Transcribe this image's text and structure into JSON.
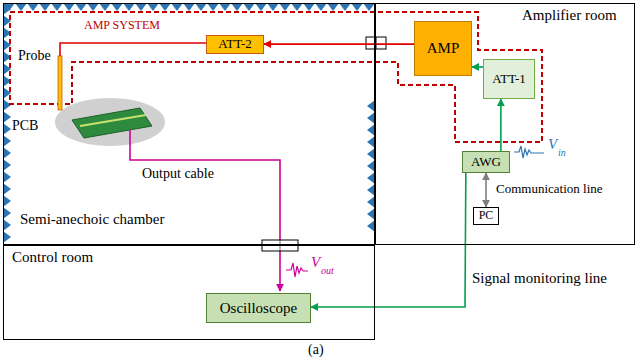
{
  "diagram": {
    "caption": "(a)",
    "nodes": [
      {
        "text": [
          "Semi-anechoic chamber"
        ]
      },
      {
        "text": [
          "ATT-2"
        ],
        "in": 0
      },
      {
        "text": [
          "Amplifier room"
        ]
      },
      {
        "text": [
          "AMP"
        ],
        "in": 2
      },
      {
        "text": [
          "ATT-1"
        ],
        "in": 2
      },
      {
        "text": [
          "AWG"
        ],
        "in": 2
      },
      {
        "text": [
          "PC"
        ],
        "in": 2
      },
      {
        "text": [
          "Control room"
        ]
      },
      {
        "text": [
          "Oscilloscope"
        ],
        "in": 7
      }
    ],
    "edges": [
      {
        "from": 4,
        "to": 3,
        "arrow": "to"
      },
      {
        "from": 3,
        "to": 1,
        "arrow": "to"
      },
      {
        "from": 5,
        "to": 4,
        "arrow": "to"
      },
      {
        "from": 5,
        "to": 6,
        "label": "Communication line",
        "arrow": "both"
      },
      {
        "from": 5,
        "to": 8,
        "label": "Signal monitoring line",
        "arrow": "to"
      }
    ],
    "labels": [
      "AMP SYSTEM",
      "Probe",
      "PCB",
      "Output cable",
      "V",
      "in",
      "V",
      "out"
    ]
  }
}
